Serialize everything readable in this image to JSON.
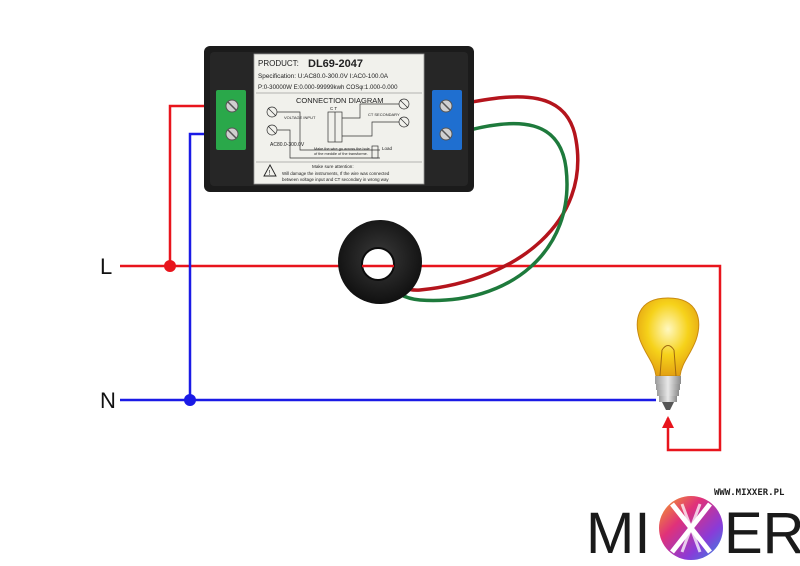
{
  "meter": {
    "product_label": "PRODUCT:",
    "model": "DL69-2047",
    "spec_line": "Specification: U:AC80.0-300.0V  I:AC0-100.0A",
    "spec_line2": "P:0-30000W  E:0.000-99999kwh  COSφ:1.000-0.000",
    "diagram_title": "CONNECTION DIAGRAM",
    "voltage_input": "VOLTAGE INPUT",
    "ct_label": "C T",
    "ct_secondary": "CT SECONDARY",
    "voltage_range": "AC80.0-300.0V",
    "ct_note_1": "Make the wire go across the hole",
    "ct_note_2": "of the meddle of the transforme.",
    "load_label": "Load",
    "attention": "Make sure attention:",
    "warning_1": "Will damage the instruments, If the wire was connected",
    "warning_2": "between voltage input and CT secondary in wrong way"
  },
  "lines": {
    "live": "L",
    "neutral": "N"
  },
  "brand": {
    "url": "WWW.MIXXER.PL",
    "name_left": "MI",
    "name_right": "ER"
  },
  "colors": {
    "live_wire": "#e8141c",
    "neutral_wire": "#1a1ae6",
    "ct_red": "#b4141c",
    "ct_green": "#1e7a3c",
    "terminal_green": "#2aa84a",
    "terminal_blue": "#1f6fd0",
    "bulb_glass": "#f6d21a"
  }
}
